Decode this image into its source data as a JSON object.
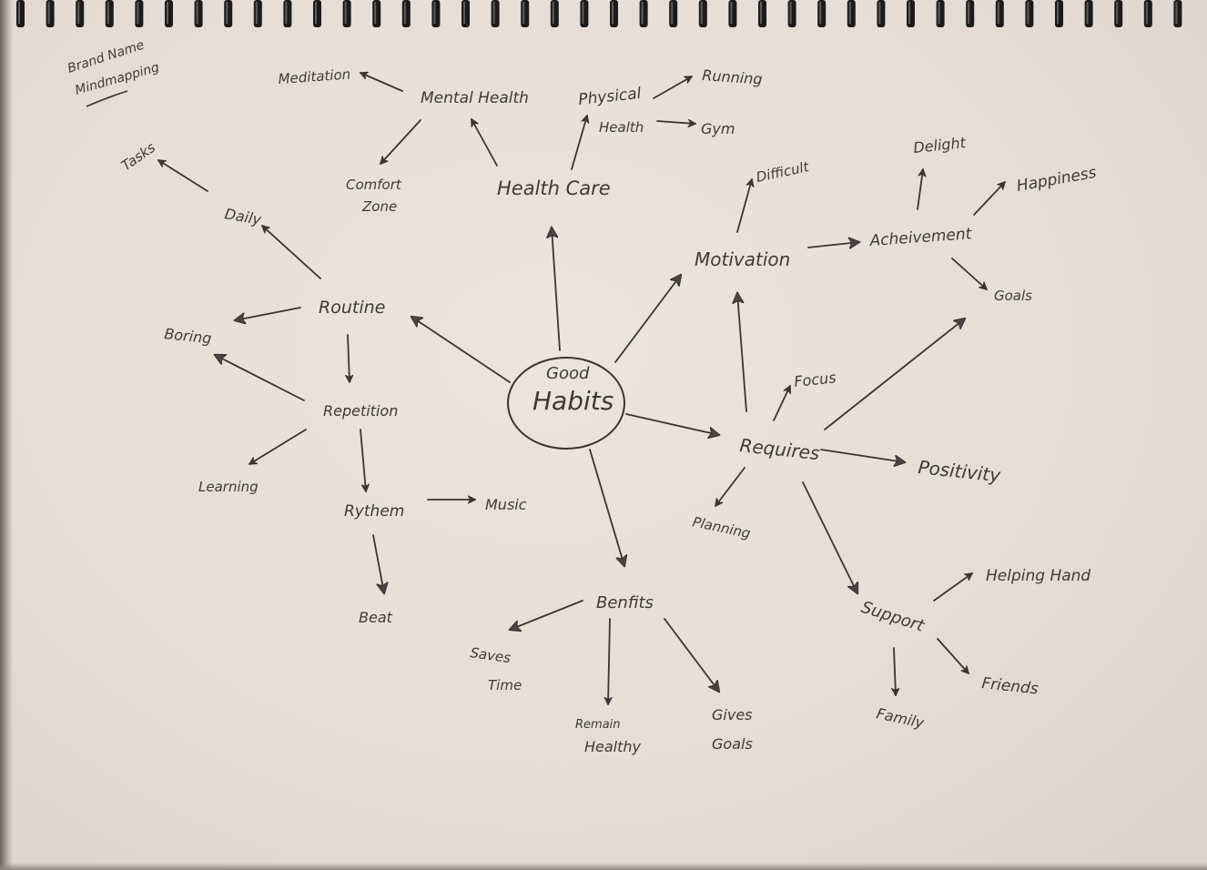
{
  "corner_note": {
    "line1": "Brand Name",
    "line2": "Mindmapping"
  },
  "center": {
    "line1": "Good",
    "line2": "Habits"
  },
  "nodes": {
    "mental_health": "Mental Health",
    "meditation": "Meditation",
    "comfort_zone_1": "Comfort",
    "comfort_zone_2": "Zone",
    "health_care": "Health Care",
    "physical_health_1": "Physical",
    "physical_health_2": "Health",
    "running": "Running",
    "gym": "Gym",
    "tasks": "Tasks",
    "daily": "Daily",
    "routine": "Routine",
    "boring": "Boring",
    "repetition": "Repetition",
    "learning": "Learning",
    "rythem": "Rythem",
    "music": "Music",
    "beat": "Beat",
    "motivation": "Motivation",
    "difficult": "Difficult",
    "acheivement": "Acheivement",
    "delight": "Delight",
    "happiness": "Happiness",
    "goals": "Goals",
    "requires": "Requires",
    "focus": "Focus",
    "positivity": "Positivity",
    "planning": "Planning",
    "support": "Support",
    "helping_hand": "Helping Hand",
    "friends": "Friends",
    "family": "Family",
    "benefits": "Benfits",
    "saves_time_1": "Saves",
    "saves_time_2": "Time",
    "remain_healthy_1": "Remain",
    "remain_healthy_2": "Healthy",
    "gives_goals_1": "Gives",
    "gives_goals_2": "Goals"
  },
  "colors": {
    "ink": "#3a3534",
    "paper": "#e8dfd6",
    "binding": "#1a1a1a"
  }
}
